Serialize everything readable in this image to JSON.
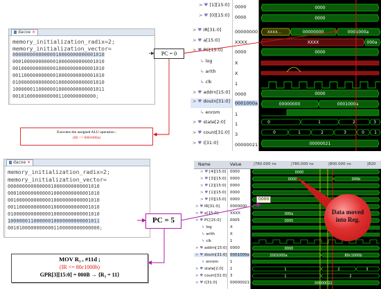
{
  "coe_files": [
    {
      "tab": "dacoe",
      "lines": [
        "memory_initialization_radix=2;",
        "memory_initialization_vector=",
        "00000000000000010000000000001010",
        "00010000000000010000000000001010",
        "00100000000000010000000000001010",
        "00110000000000010000000000001010",
        "01000000000000010000000000001010",
        "10000001100000010000000000001011",
        "00101000000000001100000000000;"
      ]
    },
    {
      "tab": "dacoe",
      "lines": [
        "memory_initialization_radix=2;",
        "memory_initialization_vector=",
        "00000000000000010000000000001010",
        "00010000000000010000000000001010",
        "00100000000000010000000000001010",
        "00110000000000010000000000001010",
        "01000000000000010000000000001010",
        "10000001100000010000000000001011",
        "00101000000000001100000000000000;"
      ]
    }
  ],
  "wave_top": {
    "signals": [
      {
        "name": "[1][15:0]",
        "value": "0000",
        "expand": true
      },
      {
        "name": "[0][15:0]",
        "value": "0000",
        "expand": true
      },
      {
        "name": "IR[31:0]",
        "value": "00000000",
        "expand": true
      },
      {
        "name": "a[15:0]",
        "value": "XXXX",
        "expand": true
      },
      {
        "name": "PC[15:0]",
        "value": "0000",
        "expand": true
      },
      {
        "name": "log",
        "value": "X",
        "expand": false
      },
      {
        "name": "arith",
        "value": "X",
        "expand": false
      },
      {
        "name": "clk",
        "value": "1",
        "expand": false
      },
      {
        "name": "addrn[15:0]",
        "value": "0000",
        "expand": true
      },
      {
        "name": "doutn[31:0]",
        "value": "0001000a",
        "expand": true,
        "selected": true
      },
      {
        "name": "enrom",
        "value": "1",
        "expand": false
      },
      {
        "name": "state[2:0]",
        "value": "1",
        "expand": true
      },
      {
        "name": "count[31:0]",
        "value": "3",
        "expand": true
      },
      {
        "name": "i[31:0]",
        "value": "00000021",
        "expand": true
      }
    ],
    "bus_labels": {
      "row0": "0000",
      "row1": "0000",
      "ir_left": "XXXX...",
      "ir_mid": "00000000",
      "ir_right": "0001000a",
      "a_left": "XXXX",
      "a_right": "000a",
      "pc": "0000",
      "addrn": "0000",
      "dout_mid": "00000000",
      "dout_right": "0001000a",
      "state": [
        "0",
        "1",
        "2",
        "3"
      ],
      "count": [
        "0",
        "1",
        "2",
        "3",
        "0",
        "1"
      ],
      "i": "00000021"
    }
  },
  "wave_bottom": {
    "header": {
      "name": "Name",
      "value": "Value"
    },
    "times": [
      "|760.000 ns",
      "|780.000 ns",
      "|800.000 ns",
      "|820"
    ],
    "tooltip": "0000",
    "signals": [
      {
        "name": "[4][15:0]",
        "value": "0000",
        "expand": true
      },
      {
        "name": "[3][15:0]",
        "value": "0000",
        "expand": true
      },
      {
        "name": "[2][15:0]",
        "value": "0000",
        "expand": true
      },
      {
        "name": "[1][15:0]",
        "value": "0000",
        "expand": true
      },
      {
        "name": "[0][15:0]",
        "value": "0000",
        "expand": true
      },
      {
        "name": "IR[31:0]",
        "value": "0000000",
        "expand": true
      },
      {
        "name": "a[15:0]",
        "value": "XXXX",
        "expand": true
      },
      {
        "name": "PC[15:0]",
        "value": "0005",
        "expand": true
      },
      {
        "name": "log",
        "value": "X",
        "expand": false
      },
      {
        "name": "arith",
        "value": "X",
        "expand": false
      },
      {
        "name": "clk",
        "value": "1",
        "expand": false
      },
      {
        "name": "addrn[15:0]",
        "value": "0000",
        "expand": true
      },
      {
        "name": "doutn[31:0]",
        "value": "0001000a",
        "expand": true,
        "selected": true
      },
      {
        "name": "enrom",
        "value": "1",
        "expand": false
      },
      {
        "name": "state[2:0]",
        "value": "1",
        "expand": true
      },
      {
        "name": "count[31:0]",
        "value": "3",
        "expand": true
      },
      {
        "name": "i[31:0]",
        "value": "00000021",
        "expand": true
      }
    ],
    "bus_labels": {
      "r4": "0000",
      "r3_left": "0000",
      "r3_right": "000b",
      "ir": "80c1000b",
      "a": "000a",
      "pc": "0005",
      "addrn": "0000",
      "dout_left": "2001000a",
      "dout_right": "80c1000b",
      "state": [
        "1",
        "2",
        "3"
      ],
      "count": [
        "1",
        "2"
      ],
      "i": "00000021"
    }
  },
  "annotations": {
    "pc_top": "PC = 0",
    "exec_line1": "Executes the assigned ALU operation ;",
    "exec_line2": "(IR <= 0001000a)",
    "pc_bottom": "PC = 5",
    "mov_line1": "MOV        R₃ , #11d ;",
    "mov_line2": "(IR <= 80c1000b)",
    "mov_line3": "GPR[3][15:0] = 000B → {R₃ = 11}",
    "data_moved": "Data moved into Reg."
  },
  "colors": {
    "waveform_green": "#00c000",
    "bus_fill": "#0b5a0b",
    "marker_red": "#d01010",
    "marker_yellow": "#e8d000",
    "arrow_magenta": "#b01ab0"
  }
}
